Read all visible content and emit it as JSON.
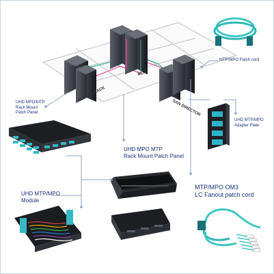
{
  "floor_labels": {
    "server_rack": "SERVER RACK",
    "mda": "MDA",
    "san_director": "SAN DIRECTOR"
  },
  "labels": {
    "mtp_patch_cord": "MTP/MPO Patch cord",
    "uhd_patch_panel": [
      "UHD MPO/MTP",
      "Rack Mount",
      "Patch Panel"
    ],
    "adapter_plate": [
      "UHD MTP/MPO",
      "Adapter Plate"
    ],
    "rack_mount_panel": [
      "UHD MPO MTP",
      "Rack Mount Patch Panel"
    ],
    "uhd_module": [
      "UHD MTP/MPO",
      "Module"
    ],
    "lc_fanout": [
      "MTP/MPO OM3",
      "LC Fanout patch cord"
    ]
  },
  "colors": {
    "label_text": "#1b2f7a",
    "callout_line": "#8fa3c7",
    "fiber_aqua": "#3fc6c4",
    "link_green": "#2fb58a",
    "link_magenta": "#e0409a"
  },
  "icons": [
    "server-rack-icon",
    "mda-rack-icon",
    "san-director-rack-icon",
    "mtp-patch-cord-icon",
    "adapter-plate-icon",
    "rack-mount-patch-panel-icon",
    "uhd-module-icon",
    "rack-panel-open-icon",
    "rack-panel-closed-icon",
    "lc-fanout-cord-icon"
  ]
}
